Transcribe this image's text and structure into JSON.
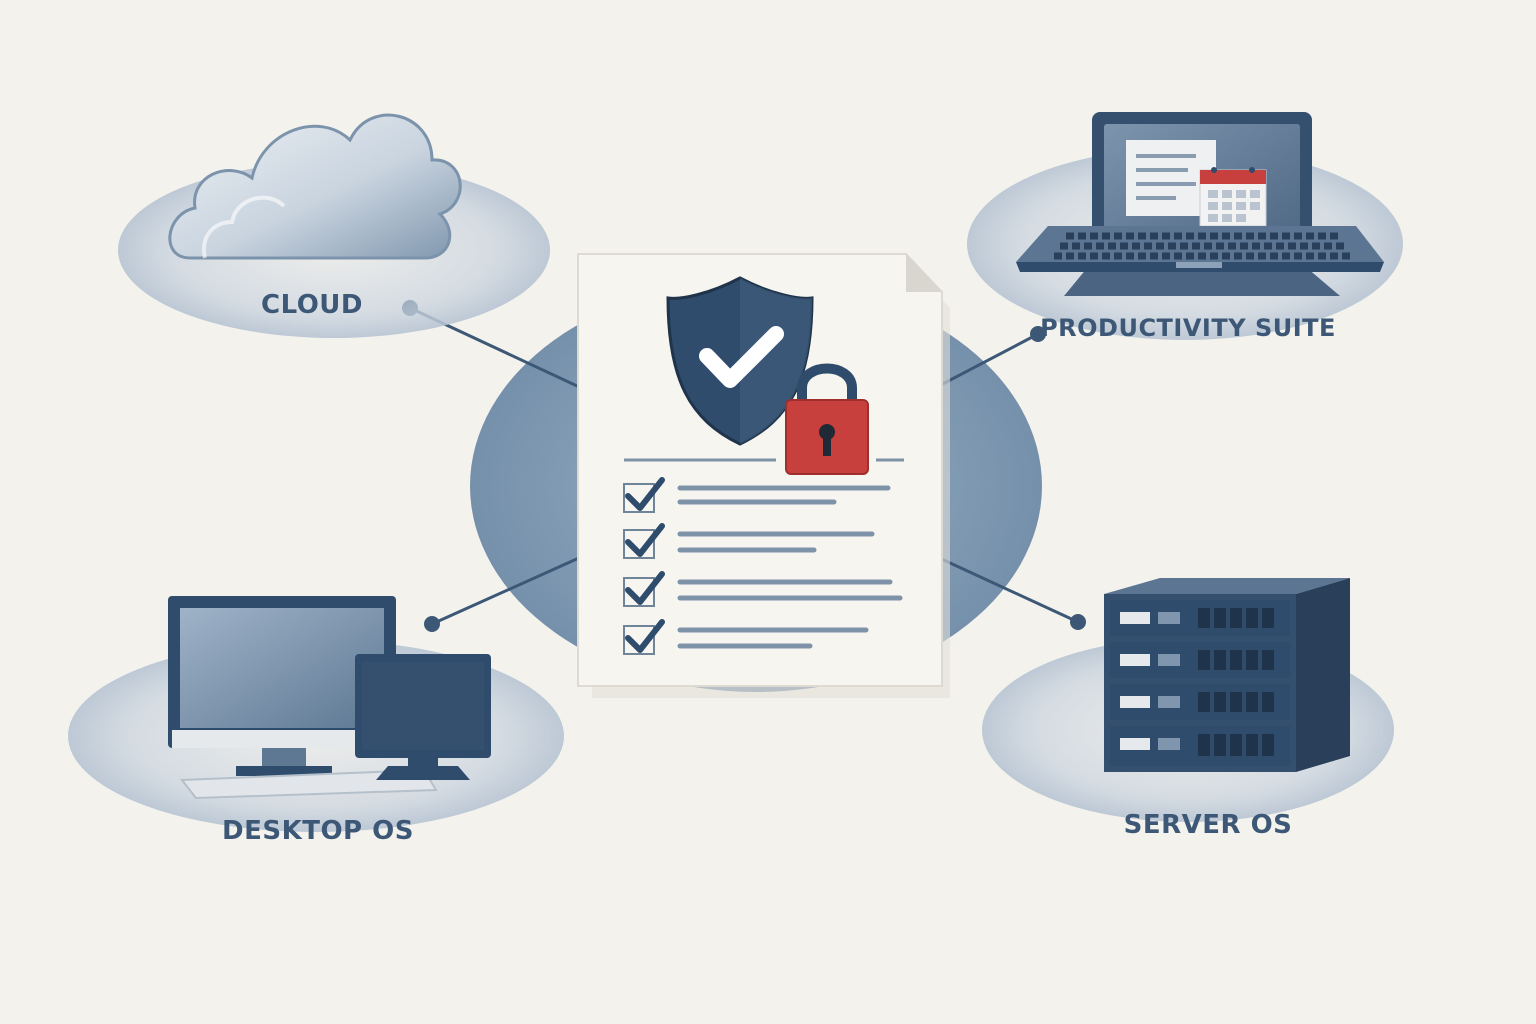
{
  "nodes": {
    "cloud": {
      "label": "CLOUD"
    },
    "productivity": {
      "label": "PRODUCTIVITY SUITE"
    },
    "desktop": {
      "label": "DESKTOP OS"
    },
    "server": {
      "label": "SERVER OS"
    }
  },
  "center": {
    "icons": [
      "shield-check-icon",
      "padlock-icon",
      "checklist-icon"
    ],
    "checklist_items": 4
  },
  "colors": {
    "background": "#f4f2ed",
    "navy": "#2f4c6c",
    "label": "#3d5877",
    "accent_red": "#c8403d",
    "halo": "#cdd7e2",
    "paper": "#f7f5f0"
  }
}
